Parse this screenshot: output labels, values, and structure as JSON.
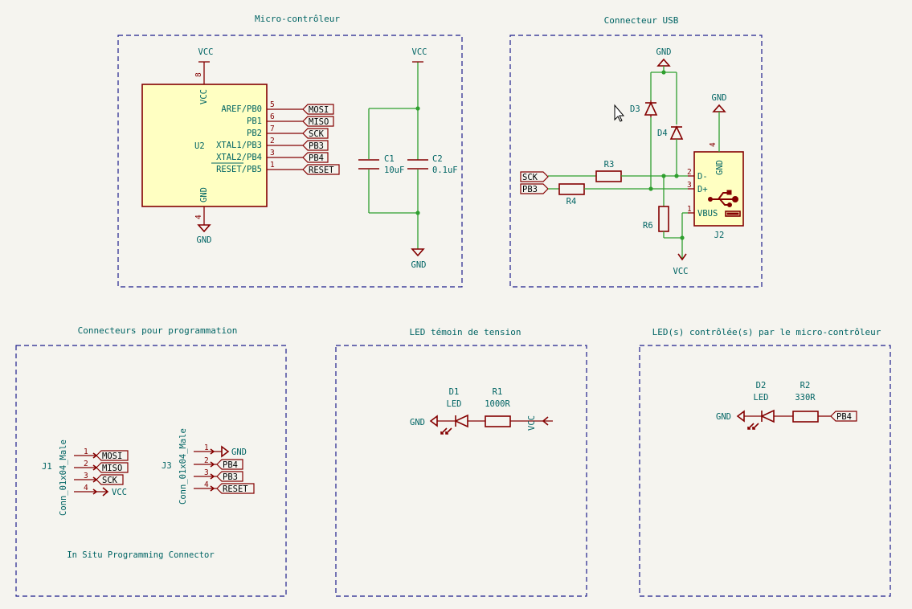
{
  "sheets": {
    "micro": "Micro-contrôleur",
    "usb": "Connecteur USB",
    "prog": "Connecteurs pour programmation",
    "led_power": "LED témoin de tension",
    "led_mcu": "LED(s) contrôlée(s) par le micro-contrôleur"
  },
  "power": {
    "vcc": "VCC",
    "gnd": "GND"
  },
  "mcu": {
    "ref": "U2",
    "vcc_pin": "VCC",
    "vcc_num": "8",
    "gnd_pin": "GND",
    "gnd_num": "4",
    "pins": [
      {
        "name": "AREF/PB0",
        "num": "5",
        "net": "MOSI"
      },
      {
        "name": "PB1",
        "num": "6",
        "net": "MISO"
      },
      {
        "name": "PB2",
        "num": "7",
        "net": "SCK"
      },
      {
        "name": "XTAL1/PB3",
        "num": "2",
        "net": "PB3"
      },
      {
        "name": "XTAL2/PB4",
        "num": "3",
        "net": "PB4"
      },
      {
        "name": "RESET/PB5",
        "num": "1",
        "net": "RESET"
      }
    ]
  },
  "caps": [
    {
      "ref": "C1",
      "value": "10uF"
    },
    {
      "ref": "C2",
      "value": "0.1uF"
    }
  ],
  "usb": {
    "d3": "D3",
    "d4": "D4",
    "r3": "R3",
    "r4": "R4",
    "r6": "R6",
    "sck": "SCK",
    "pb3": "PB3",
    "j2": "J2",
    "dminus": "D-",
    "dplus": "D+",
    "vbus": "VBUS",
    "gnd": "GND",
    "pin_dm": "2",
    "pin_dp": "3",
    "pin_vbus": "1",
    "pin_gnd": "4"
  },
  "prog": {
    "j1": "J1",
    "j1_value": "Conn_01x04_Male",
    "j1_nets": [
      "MOSI",
      "MISO",
      "SCK",
      "VCC"
    ],
    "j3": "J3",
    "j3_value": "Conn_01x04_Male",
    "j3_nets": [
      "GND",
      "PB4",
      "PB3",
      "RESET"
    ],
    "pin_nums": [
      "1",
      "2",
      "3",
      "4"
    ],
    "note": "In Situ Programming Connector"
  },
  "led_power": {
    "d": "D1",
    "d_val": "LED",
    "r": "R1",
    "r_val": "1000R",
    "left": "GND",
    "right": "VCC"
  },
  "led_mcu": {
    "d": "D2",
    "d_val": "LED",
    "r": "R2",
    "r_val": "330R",
    "left": "GND",
    "net": "PB4"
  }
}
